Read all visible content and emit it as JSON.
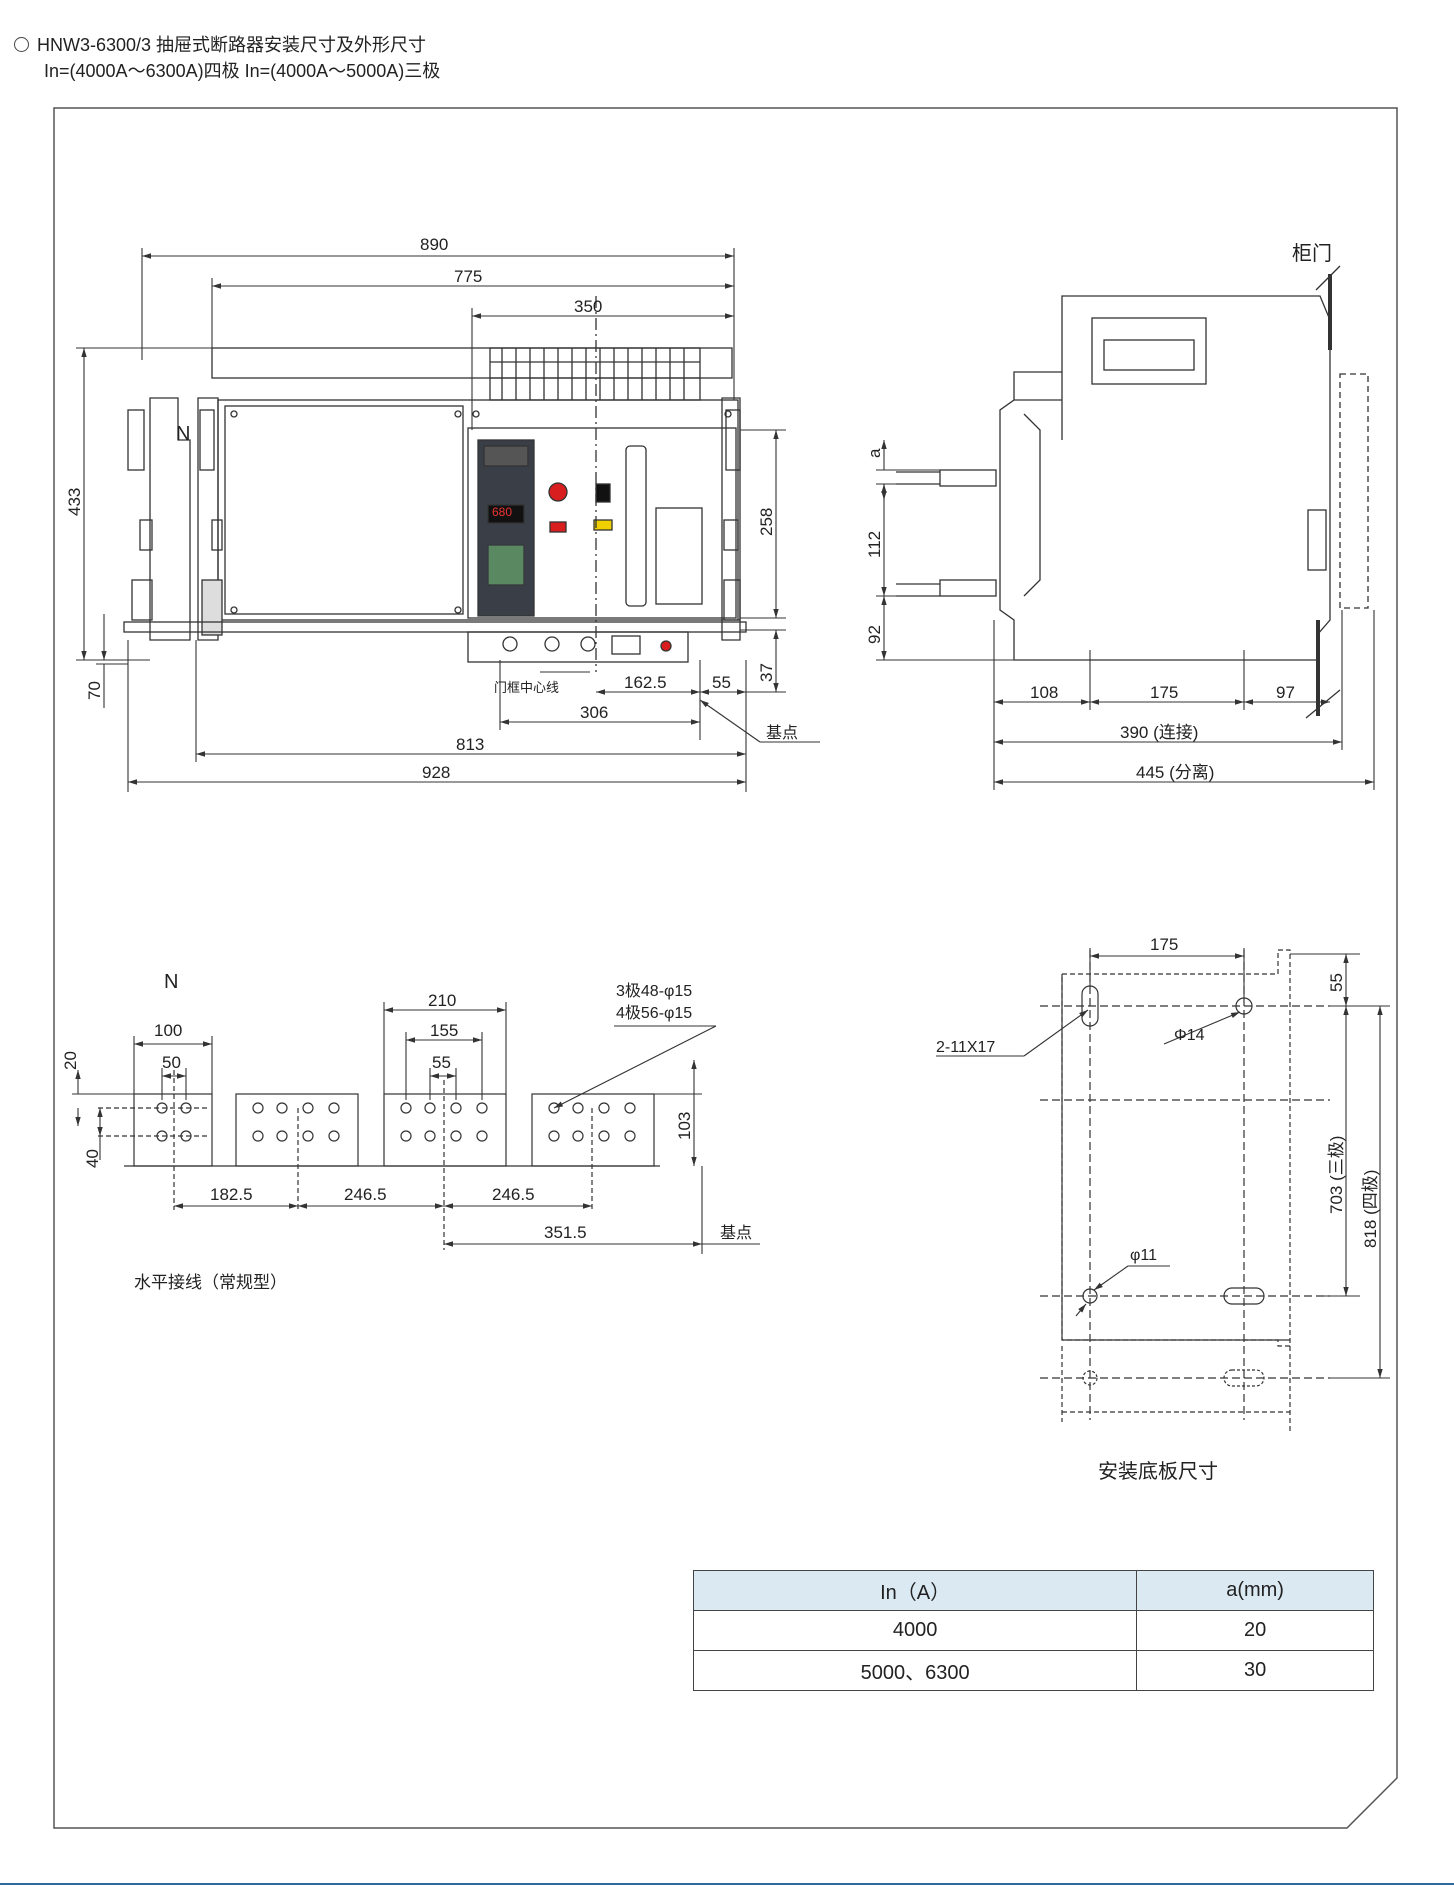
{
  "header": {
    "line1": "HNW3-6300/3 抽屉式断路器安装尺寸及外形尺寸",
    "line2": "In=(4000A～6300A)四极   In=(4000A～5000A)三极"
  },
  "front_view": {
    "dims": {
      "d890": "890",
      "d775": "775",
      "d350": "350",
      "d433": "433",
      "d258": "258",
      "d70": "70",
      "d37": "37",
      "d1625": "162.5",
      "d55": "55",
      "d306": "306",
      "d813": "813",
      "d928": "928"
    },
    "n_label": "N",
    "door_centerline_label": "门框中心线",
    "datum_label": "基点",
    "display_value": "680"
  },
  "side_view": {
    "cabinet_door_label": "柜门",
    "dims": {
      "a": "a",
      "d112": "112",
      "d92": "92",
      "d108": "108",
      "d175": "175",
      "d97": "97",
      "d390": "390 (连接)",
      "d445": "445 (分离)"
    }
  },
  "busbar_view": {
    "n_label": "N",
    "dims": {
      "d100": "100",
      "d50": "50",
      "d20": "20",
      "d40": "40",
      "d210": "210",
      "d155": "155",
      "d55": "55",
      "d103": "103",
      "d1825": "182.5",
      "d2465a": "246.5",
      "d2465b": "246.5",
      "d3515": "351.5"
    },
    "hole_note_1": "3极48-φ15",
    "hole_note_2": "4极56-φ15",
    "datum_label": "基点",
    "caption": "水平接线（常规型）"
  },
  "mounting_plate": {
    "dims": {
      "d175": "175",
      "d55": "55",
      "d703": "703 (三极)",
      "d818": "818 (四极)"
    },
    "slot_label": "2-11X17",
    "hole14_label": "Φ14",
    "hole11_label": "φ11",
    "caption": "安装底板尺寸"
  },
  "table": {
    "headers": [
      "In（A）",
      "a(mm)"
    ],
    "rows": [
      [
        "4000",
        "20"
      ],
      [
        "5000、6300",
        "30"
      ]
    ]
  },
  "colors": {
    "line": "#333333",
    "frame": "#555555",
    "table_header": "#dbe9f3",
    "bottom_rule": "#2f6b9c",
    "red": "#d81e1e",
    "display": "#3a3f47",
    "panel_green": "#7bd37b"
  }
}
